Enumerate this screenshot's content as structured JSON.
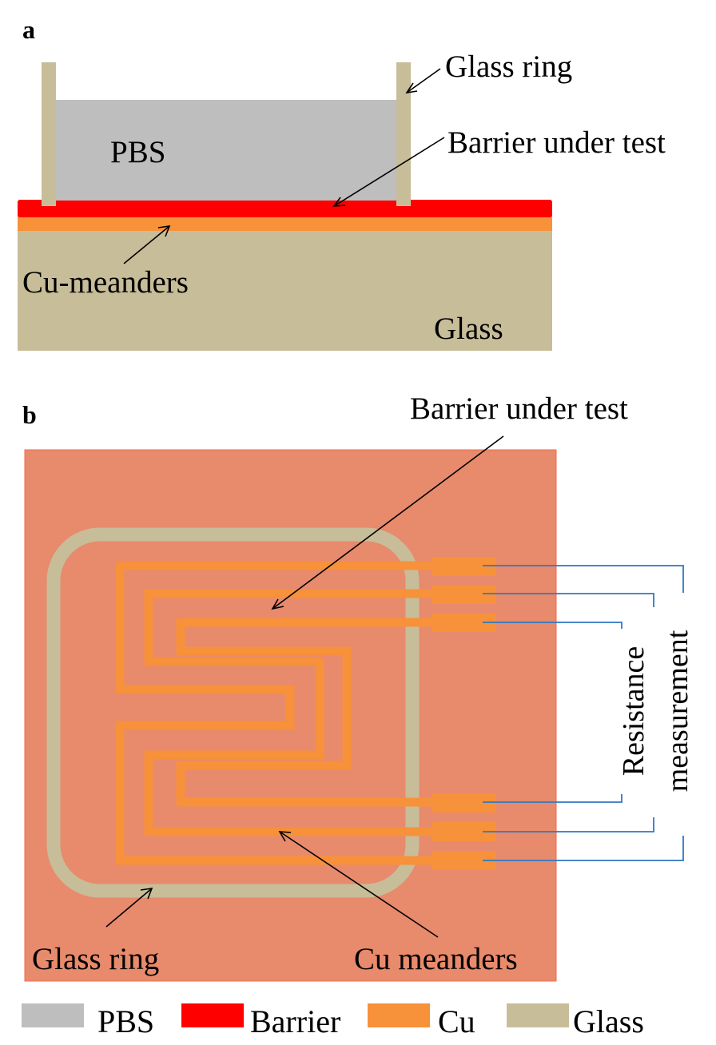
{
  "panel_a": {
    "label": "a",
    "pbs_label": "PBS",
    "glass_ring_label": "Glass ring",
    "barrier_label": "Barrier under test",
    "cu_label": "Cu-meanders",
    "glass_label": "Glass"
  },
  "panel_b": {
    "label": "b",
    "barrier_label": "Barrier under test",
    "resistance_label_1": "Resistance",
    "resistance_label_2": "measurement",
    "glass_ring_label": "Glass ring",
    "cu_label": "Cu meanders"
  },
  "legend": [
    {
      "label": "PBS",
      "color": "#bebebe"
    },
    {
      "label": "Barrier",
      "color": "#ff0000"
    },
    {
      "label": "Cu",
      "color": "#f7913a"
    },
    {
      "label": "Glass",
      "color": "#c8bd99"
    }
  ],
  "colors": {
    "pbs": "#bebebe",
    "barrier": "#ff0000",
    "cu": "#f7913a",
    "glass": "#c8bd99",
    "barrier_overlay": "#e88a6c",
    "wire": "#2f78c4"
  }
}
